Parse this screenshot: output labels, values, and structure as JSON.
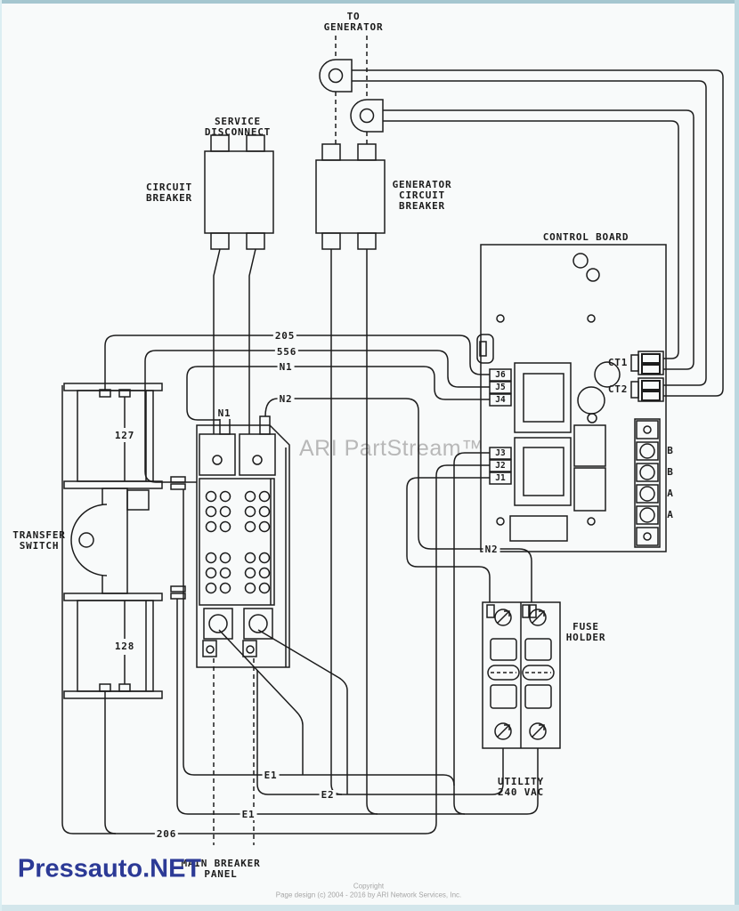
{
  "labels": {
    "to_generator": "TO\nGENERATOR",
    "service_disconnect": "SERVICE\nDISCONNECT",
    "circuit_breaker": "CIRCUIT\nBREAKER",
    "generator_circuit_breaker": "GENERATOR\nCIRCUIT\nBREAKER",
    "control_board": "CONTROL BOARD",
    "transfer_switch": "TRANSFER\nSWITCH",
    "fuse_holder": "FUSE\nHOLDER",
    "utility": "UTILITY\n240 VAC",
    "main_breaker_panel": "MAIN BREAKER\nPANEL",
    "coil_upper": "127",
    "coil_lower": "128"
  },
  "connectors": {
    "j6": "J6",
    "j5": "J5",
    "j4": "J4",
    "j3": "J3",
    "j2": "J2",
    "j1": "J1",
    "ct1": "CT1",
    "ct2": "CT2",
    "terminal_b1": "B",
    "terminal_b2": "B",
    "terminal_a1": "A",
    "terminal_a2": "A"
  },
  "wires": {
    "w205": "205",
    "w556": "556",
    "n1": "N1",
    "n2": "N2",
    "n1_stub": "N1",
    "n2_fuse": "N2",
    "e1_upper": "E1",
    "e2": "E2",
    "e1_lower": "E1",
    "w206": "206"
  },
  "branding": {
    "site": "Pressauto.NET",
    "watermark": "ARI PartStream™",
    "copyright_line1": "Copyright",
    "copyright_line2": "Page design (c) 2004 - 2016 by ARI Network Services, Inc."
  },
  "colors": {
    "line": "#1c1c1c",
    "background": "#f8fafa",
    "frame": "#a5c6cf",
    "brand_blue": "#2c3a96",
    "watermark_gray": "#b8b8b8"
  }
}
